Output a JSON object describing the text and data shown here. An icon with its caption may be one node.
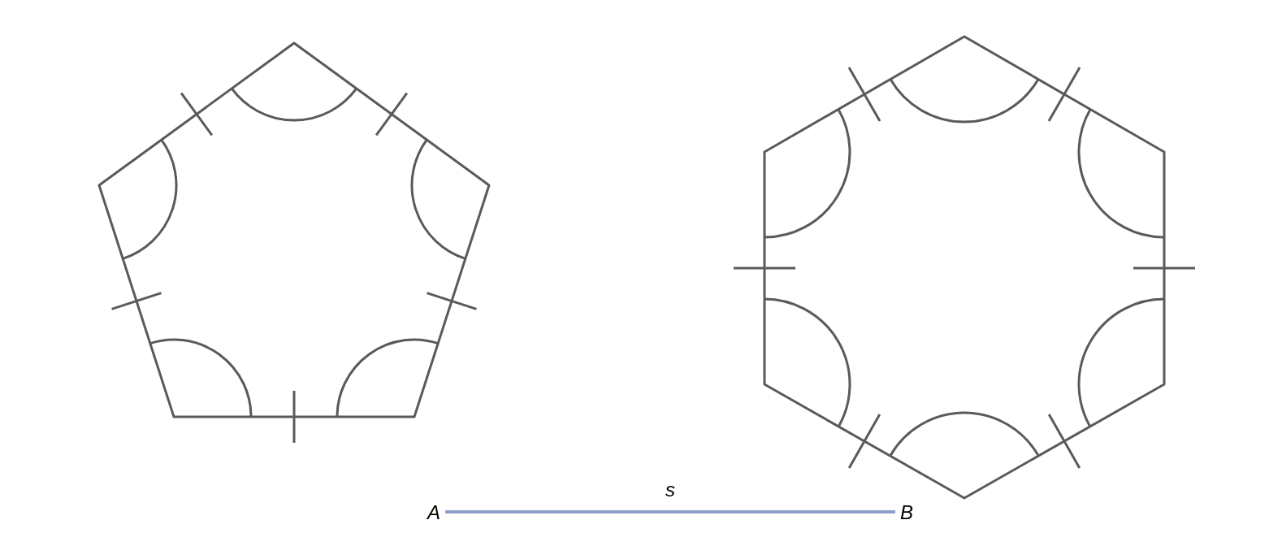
{
  "diagram": {
    "nodes": [
      {
        "text": [
          "A"
        ]
      },
      {
        "text": [
          "B"
        ]
      }
    ],
    "edges": [
      {
        "from": 0,
        "to": 1,
        "arrow": "none",
        "label": "s"
      }
    ]
  }
}
